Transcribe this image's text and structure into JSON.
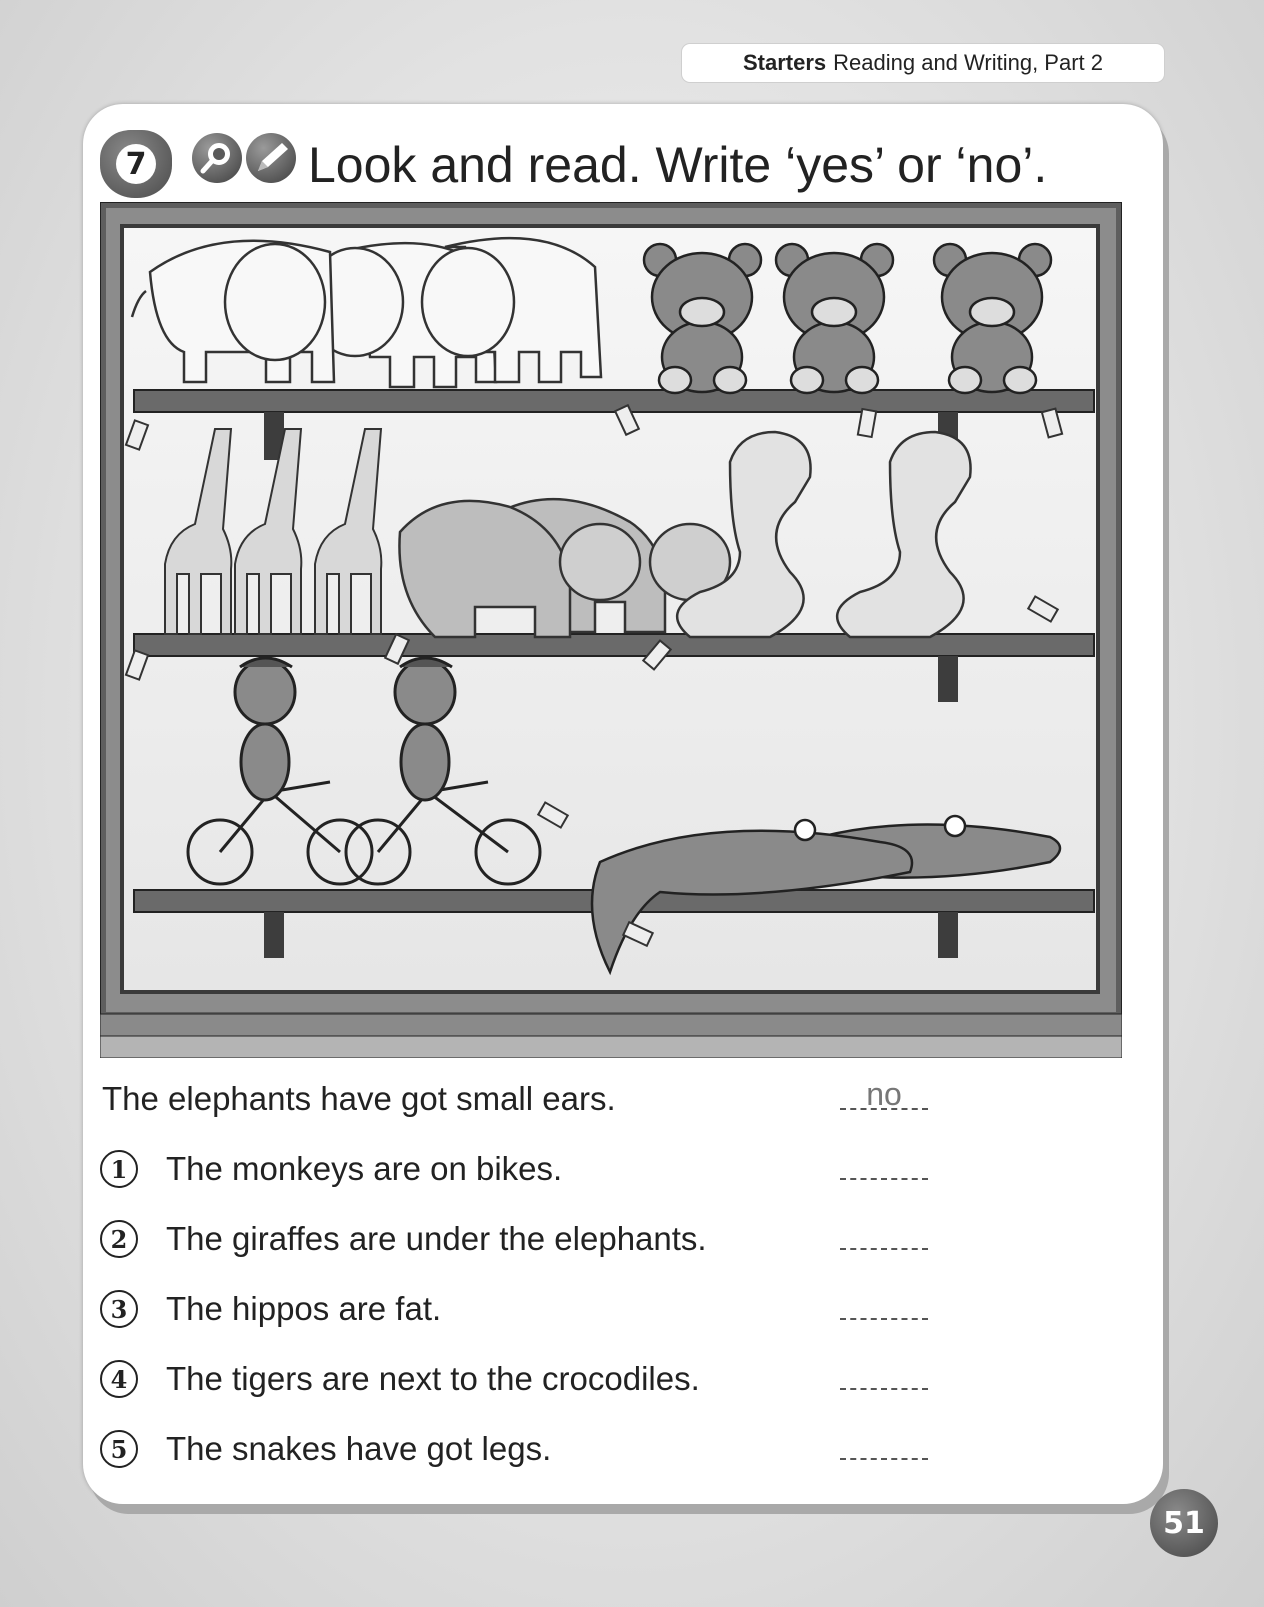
{
  "header": {
    "series": "Starters",
    "section": "Reading and Writing, Part 2"
  },
  "exercise": {
    "number": "7",
    "icons": [
      "magnifier-icon",
      "pencil-icon"
    ],
    "instruction": "Look and read. Write ‘yes’ or ‘no’."
  },
  "example": {
    "text": "The elephants have got small ears.",
    "answer": "no"
  },
  "questions": [
    {
      "number": "1",
      "text": "The monkeys are on bikes.",
      "answer": ""
    },
    {
      "number": "2",
      "text": "The giraffes are under the elephants.",
      "answer": ""
    },
    {
      "number": "3",
      "text": "The hippos are fat.",
      "answer": ""
    },
    {
      "number": "4",
      "text": "The tigers are next to the crocodiles.",
      "answer": ""
    },
    {
      "number": "5",
      "text": "The snakes have got legs.",
      "answer": ""
    }
  ],
  "page_number": "51"
}
